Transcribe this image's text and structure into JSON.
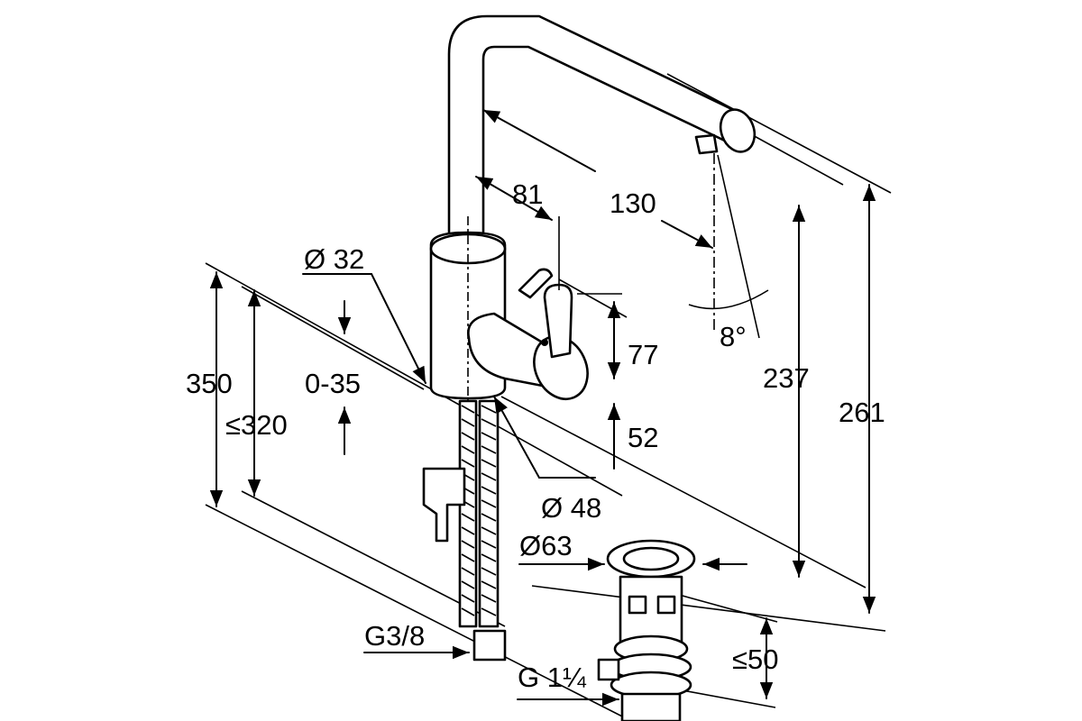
{
  "dimensions": {
    "d81": "81",
    "d130": "130",
    "d32": "Ø 32",
    "d8deg": "8°",
    "d77": "77",
    "d350": "350",
    "d0_35": "0-35",
    "d320": "≤320",
    "d237": "237",
    "d261": "261",
    "d52": "52",
    "d48": "Ø 48",
    "d63": "Ø63",
    "g38": "G3/8",
    "d50": "≤50",
    "g114": "G 1¼"
  }
}
